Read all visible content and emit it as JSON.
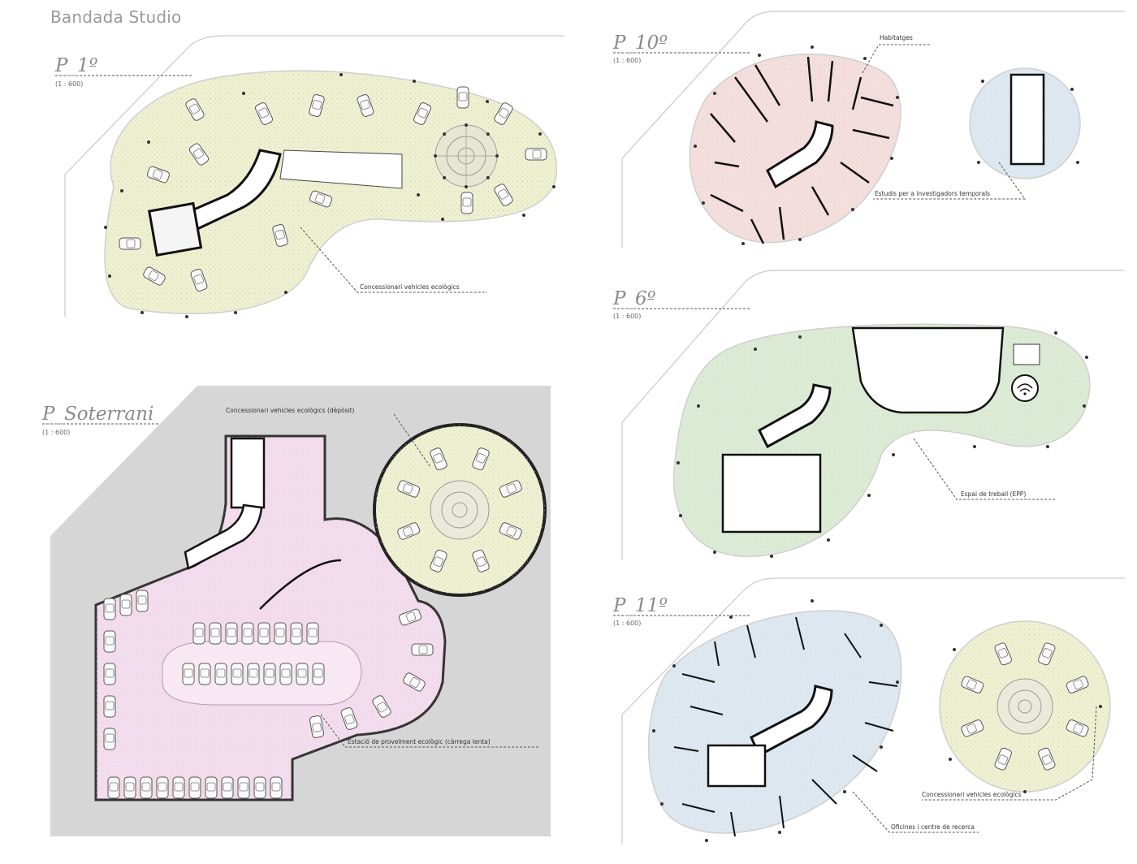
{
  "studio": "Bandada Studio",
  "plans": [
    {
      "id": "p1",
      "title": "P_1º",
      "scale": "(1 : 600)",
      "labels": [
        "Concessionari vehicles ecològics"
      ]
    },
    {
      "id": "psub",
      "title": "P_Soterrani",
      "scale": "(1 : 600)",
      "labels": [
        "Concessionari vehicles ecològics (dèpòsit)",
        "Estació de proveïment ecològic (càrrega lenta)"
      ]
    },
    {
      "id": "p10",
      "title": "P_10º",
      "scale": "(1 : 600)",
      "labels": [
        "Habitatges",
        "Estudis per a investigadors temporals"
      ]
    },
    {
      "id": "p6",
      "title": "P_6º",
      "scale": "(1 : 600)",
      "labels": [
        "Espai de treball (EPP)"
      ]
    },
    {
      "id": "p11",
      "title": "P_11º",
      "scale": "(1 : 600)",
      "labels": [
        "Concessionari vehicles ecològics",
        "Oficines i centre de recerca"
      ]
    }
  ],
  "colors": {
    "yellow_fill": "#eef0d2",
    "pink_fill": "#f4dede",
    "green_fill": "#dcebd6",
    "blue_fill": "#dde8f2",
    "magenta_fill": "#f3dcee",
    "gray_bg": "#d6d6d6",
    "outline": "#111111"
  },
  "icons": [
    "car-icon",
    "column-dot",
    "roundabout-icon",
    "wifi-icon"
  ]
}
